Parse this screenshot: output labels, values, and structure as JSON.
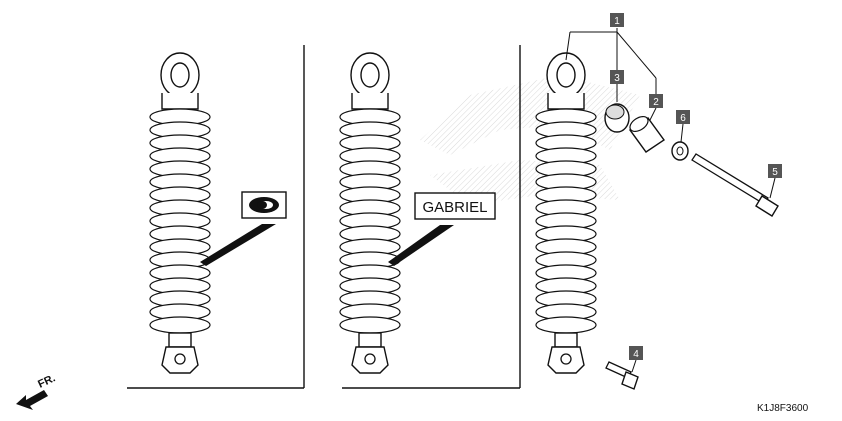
{
  "callouts": {
    "c1": "1",
    "c2": "2",
    "c3": "3",
    "c4": "4",
    "c5": "5",
    "c6": "6"
  },
  "brand_label": "GABRIEL",
  "direction_label": "FR.",
  "drawing_code": "K1J8F3600",
  "colors": {
    "callout_fill": "#555555",
    "line": "#111111"
  }
}
